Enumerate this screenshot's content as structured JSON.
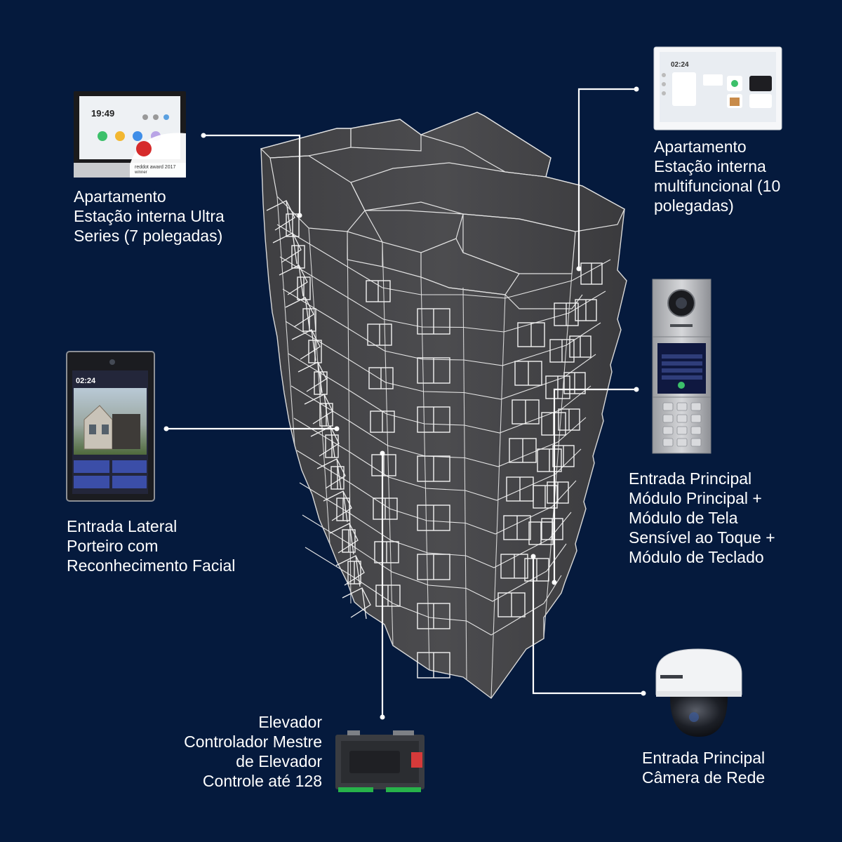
{
  "colors": {
    "background": "#051a3d",
    "building_fill": "#4a4a4c",
    "wireframe": "#e8e8e8",
    "callout_line": "#ffffff",
    "text": "#ffffff"
  },
  "devices": {
    "indoor_7in": {
      "lines": [
        "Apartamento",
        "Estação interna Ultra",
        "Series (7 polegadas)"
      ],
      "screen_time": "19:49",
      "award_text": "reddot award 2017",
      "award_sub": "winner"
    },
    "indoor_10in": {
      "lines": [
        "Apartamento",
        "Estação interna",
        "multifuncional (10",
        "polegadas)"
      ],
      "screen_time": "02:24"
    },
    "face_terminal": {
      "lines": [
        "Entrada Lateral",
        "Porteiro com",
        "Reconhecimento Facial"
      ],
      "screen_time": "02:24"
    },
    "door_station": {
      "lines": [
        "Entrada Principal",
        "Módulo Principal +",
        "Módulo de Tela",
        "Sensível ao Toque +",
        "Módulo de Teclado"
      ]
    },
    "elevator_controller": {
      "lines": [
        "Elevador",
        "Controlador Mestre",
        "de Elevador",
        "Controle até 128"
      ]
    },
    "network_camera": {
      "lines": [
        "Entrada Principal",
        "Câmera de Rede"
      ]
    }
  }
}
